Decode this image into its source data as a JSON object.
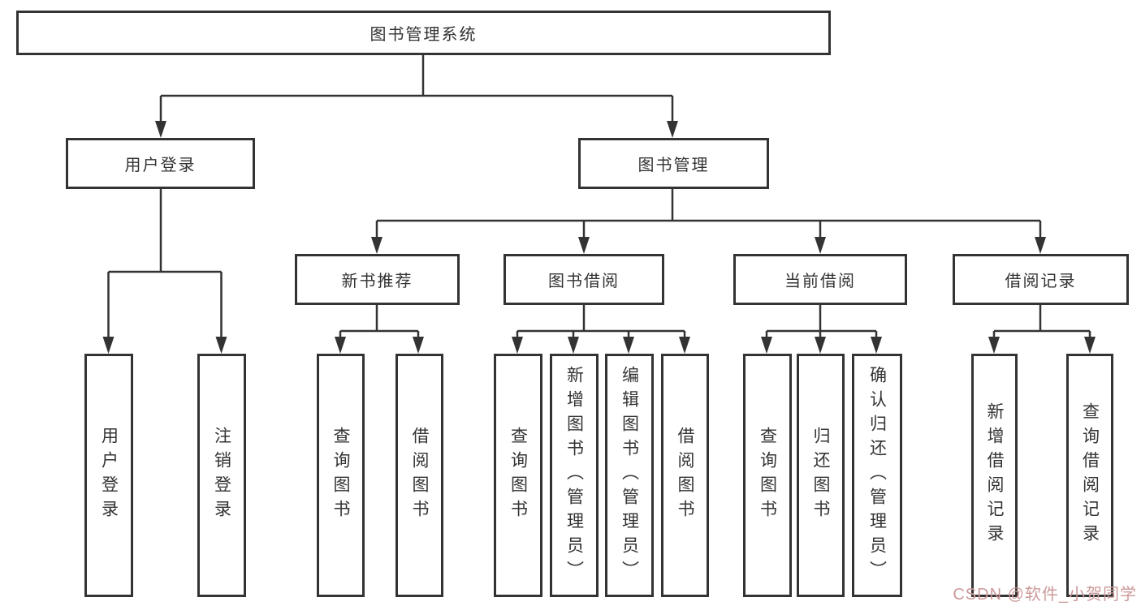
{
  "diagram": {
    "root": {
      "label": "图书管理系统"
    },
    "level2": {
      "user_login": {
        "label": "用户登录"
      },
      "book_management": {
        "label": "图书管理"
      }
    },
    "level3": {
      "new_book_recommend": {
        "label": "新书推荐"
      },
      "book_borrow": {
        "label": "图书借阅"
      },
      "current_borrow": {
        "label": "当前借阅"
      },
      "borrow_records": {
        "label": "借阅记录"
      }
    },
    "leaves": {
      "user_login": [
        "用户登录",
        "注销登录"
      ],
      "new_book": [
        "查询图书",
        "借阅图书"
      ],
      "book_borrow": [
        "查询图书",
        "新增图书（管理员）",
        "编辑图书（管理员）",
        "借阅图书"
      ],
      "current_borrow": [
        "查询图书",
        "归还图书",
        "确认归还（管理员）"
      ],
      "borrow_record": [
        "新增借阅记录",
        "查询借阅记录"
      ]
    }
  },
  "watermark": {
    "text": "CSDN @软件_小贺同学",
    "color": "#cc9999"
  },
  "colors": {
    "line": "#333333",
    "box_border": "#333333",
    "box_bg": "#ffffff",
    "text": "#333333"
  }
}
